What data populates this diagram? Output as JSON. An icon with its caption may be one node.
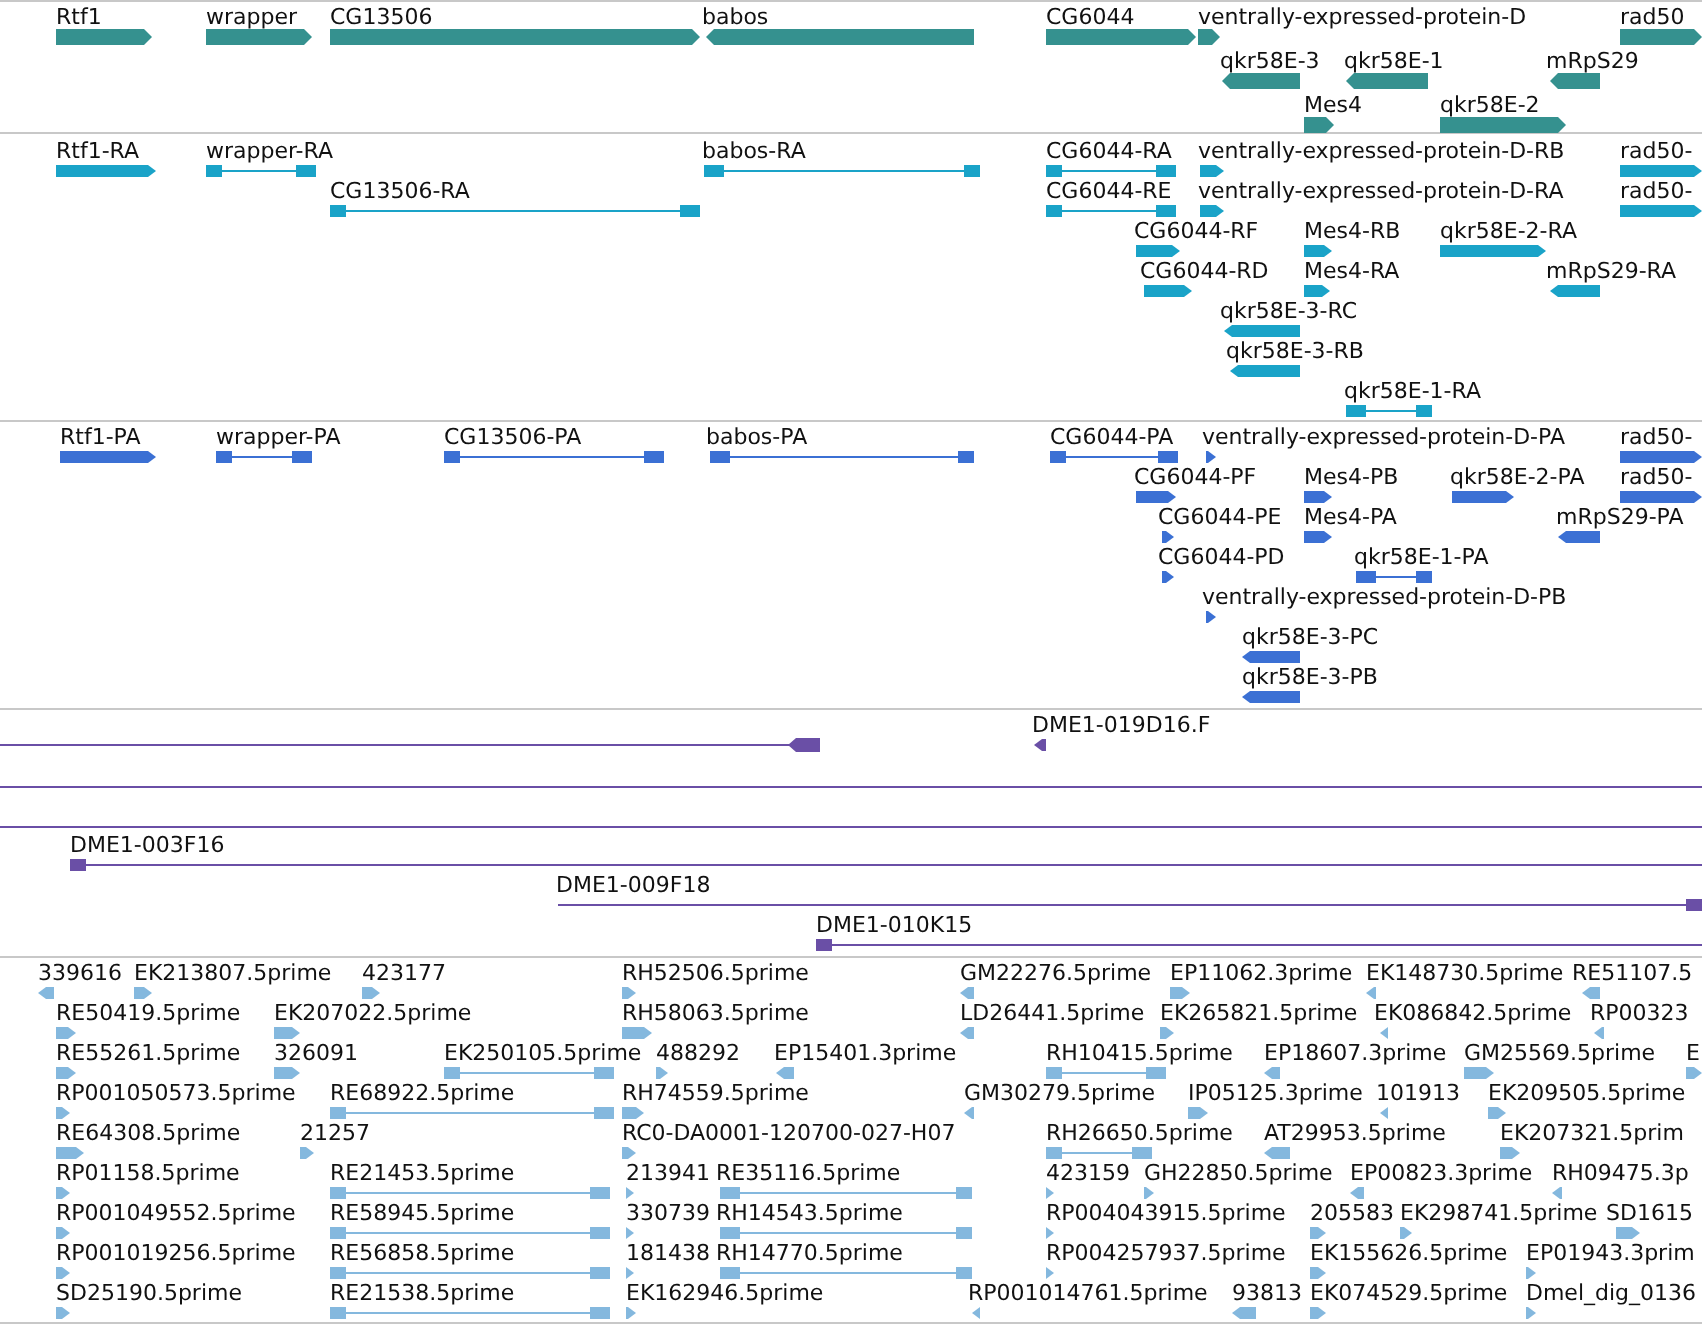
{
  "diagram": {
    "labels": [
      "Rtf1",
      "wrapper",
      "CG13506",
      "babos",
      "CG6044",
      "ventrally-expressed-protein-D",
      "rad50",
      "qkr58E-3",
      "qkr58E-1",
      "mRpS29",
      "Mes4",
      "qkr58E-2",
      "Rtf1-RA",
      "wrapper-RA",
      "babos-RA",
      "CG6044-RA",
      "ventrally-expressed-protein-D-RB",
      "rad50-",
      "CG13506-RA",
      "CG6044-RE",
      "ventrally-expressed-protein-D-RA",
      "rad50-",
      "CG6044-RF",
      "Mes4-RB",
      "qkr58E-2-RA",
      "CG6044-RD",
      "Mes4-RA",
      "mRpS29-RA",
      "qkr58E-3-RC",
      "qkr58E-3-RB",
      "qkr58E-1-RA",
      "Rtf1-PA",
      "wrapper-PA",
      "CG13506-PA",
      "babos-PA",
      "CG6044-PA",
      "ventrally-expressed-protein-D-PA",
      "rad50-",
      "CG6044-PF",
      "Mes4-PB",
      "qkr58E-2-PA",
      "rad50-",
      "CG6044-PE",
      "Mes4-PA",
      "mRpS29-PA",
      "CG6044-PD",
      "qkr58E-1-PA",
      "ventrally-expressed-protein-D-PB",
      "qkr58E-3-PC",
      "qkr58E-3-PB",
      "DME1-019D16.F",
      "DME1-003F16",
      "DME1-009F18",
      "DME1-010K15",
      "339616",
      "EK213807.5prime",
      "423177",
      "RH52506.5prime",
      "GM22276.5prime",
      "EP11062.3prime",
      "EK148730.5prime",
      "RE51107.5",
      "RE50419.5prime",
      "EK207022.5prime",
      "RH58063.5prime",
      "LD26441.5prime",
      "EK265821.5prime",
      "EK086842.5prime",
      "RP00323",
      "RE55261.5prime",
      "326091",
      "EK250105.5prime",
      "488292",
      "EP15401.3prime",
      "RH10415.5prime",
      "EP18607.3prime",
      "GM25569.5prime",
      "E",
      "RP001050573.5prime",
      "RE68922.5prime",
      "RH74559.5prime",
      "GM30279.5prime",
      "IP05125.3prime",
      "101913",
      "EK209505.5prime",
      "RE64308.5prime",
      "21257",
      "RC0-DA0001-120700-027-H07",
      "RH26650.5prime",
      "AT29953.5prime",
      "EK207321.5prim",
      "RP01158.5prime",
      "RE21453.5prime",
      "213941",
      "RE35116.5prime",
      "423159",
      "GH22850.5prime",
      "EP00823.3prime",
      "RH09475.3p",
      "RP001049552.5prime",
      "RE58945.5prime",
      "330739",
      "RH14543.5prime",
      "RP004043915.5prime",
      "205583",
      "EK298741.5prime",
      "SD1615",
      "RP001019256.5prime",
      "RE56858.5prime",
      "181438",
      "RH14770.5prime",
      "RP004257937.5prime",
      "EK155626.5prime",
      "EP01943.3prim",
      "SD25190.5prime",
      "RE21538.5prime",
      "EK162946.5prime",
      "RP001014761.5prime",
      "93813",
      "EK074529.5prime",
      "Dmel_dig_0136"
    ]
  }
}
